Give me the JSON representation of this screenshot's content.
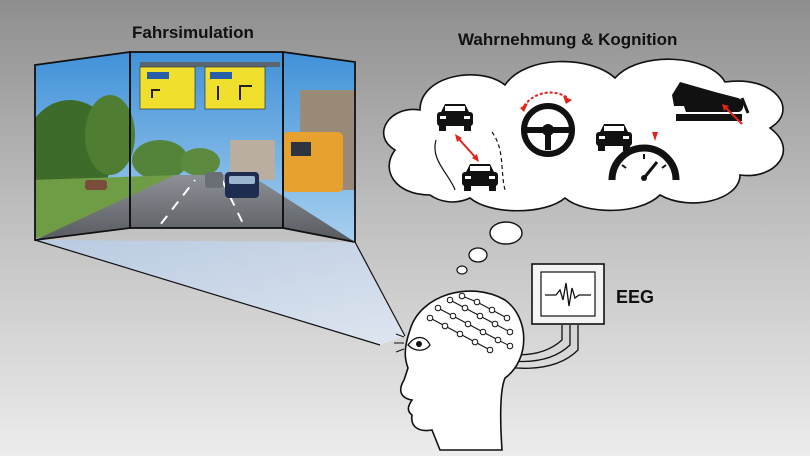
{
  "titles": {
    "simulation": "Fahrsimulation",
    "cognition": "Wahrnehmung & Kognition",
    "eeg": "EEG"
  },
  "icons": [
    "car-distance-icon",
    "steering-wheel-icon",
    "car-speedometer-icon",
    "pedal-foot-icon",
    "eeg-monitor-icon",
    "head-outline-icon",
    "eye-icon"
  ],
  "colors": {
    "accent": "#e3231b",
    "sign": "#f1df2e",
    "sky": "#5aa3dc",
    "background_top": "#8e8e8e",
    "background_bottom": "#ececec"
  }
}
